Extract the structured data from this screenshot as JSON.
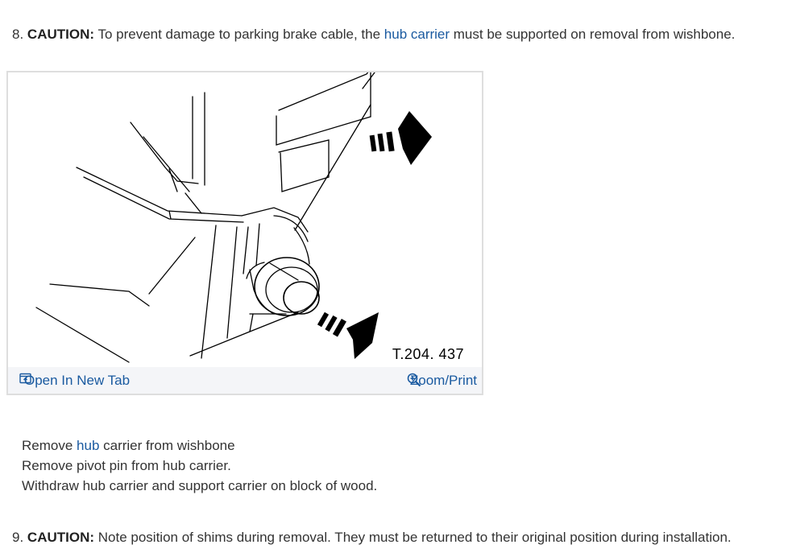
{
  "step8": {
    "number": "8.",
    "caution": "CAUTION:",
    "text_before": " To prevent damage to parking brake cable, the ",
    "link": "hub carrier",
    "text_after": " must be supported on removal from wishbone."
  },
  "figure": {
    "code": "T.204. 437",
    "open_tab_label": "Open In New Tab",
    "zoom_label": "Zoom/Print"
  },
  "substeps": {
    "line1_before": "Remove ",
    "line1_link": "hub",
    "line1_after": " carrier from wishbone",
    "line2": "Remove pivot pin from hub carrier.",
    "line3": "Withdraw hub carrier and support carrier on block of wood."
  },
  "step9": {
    "number": "9.",
    "caution": "CAUTION:",
    "text": " Note position of shims during removal. They must be returned to their original position during installation."
  },
  "colors": {
    "link": "#1a5aa0",
    "text": "#333333",
    "bar": "#f4f5f8"
  },
  "icons": {
    "open_tab": "open-in-new-tab-icon",
    "zoom": "zoom-in-icon"
  }
}
